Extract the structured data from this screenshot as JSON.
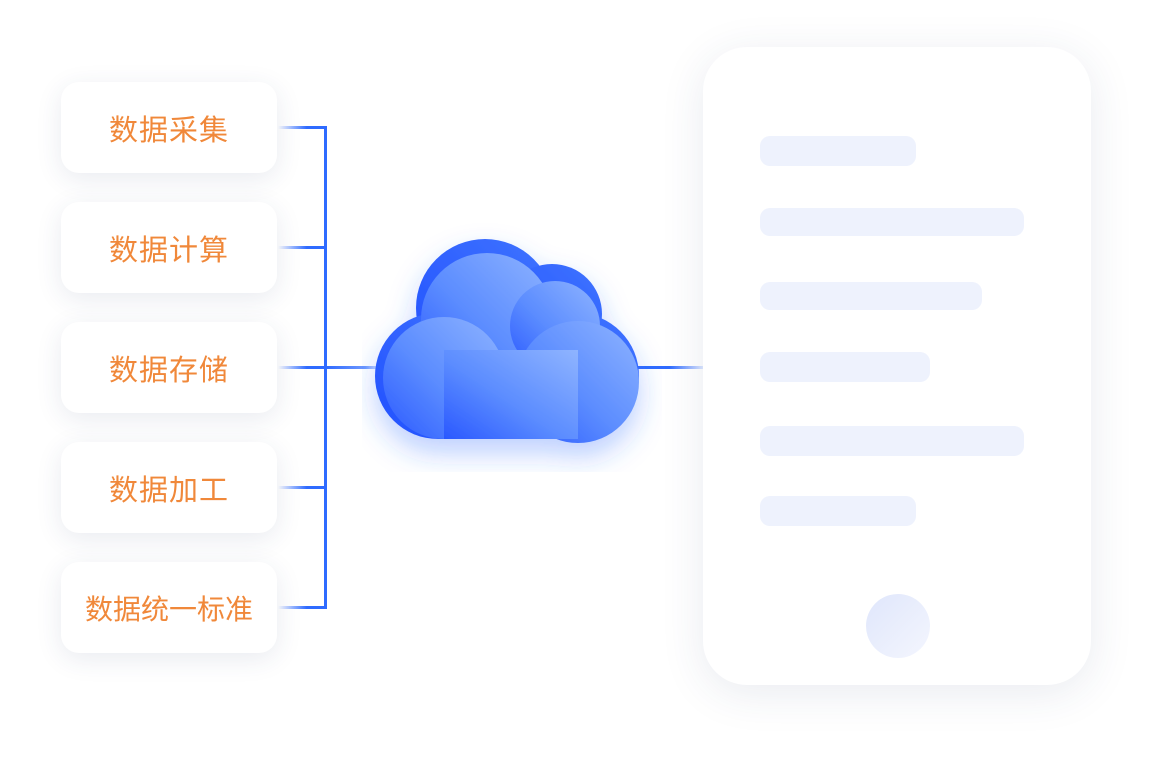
{
  "diagram": {
    "items": [
      {
        "label": "数据采集"
      },
      {
        "label": "数据计算"
      },
      {
        "label": "数据存储"
      },
      {
        "label": "数据加工"
      },
      {
        "label": "数据统一标准"
      }
    ],
    "center_icon": "cloud-icon",
    "device": {
      "icon": "phone-icon",
      "placeholder_lines": 6
    }
  },
  "colors": {
    "connector": "#2f6bff",
    "item_text": "#f0883a",
    "cloud_top": "#8bb2ff",
    "cloud_bottom": "#2b5bff",
    "placeholder_bar": "#eef2fd",
    "card_background": "#ffffff"
  }
}
